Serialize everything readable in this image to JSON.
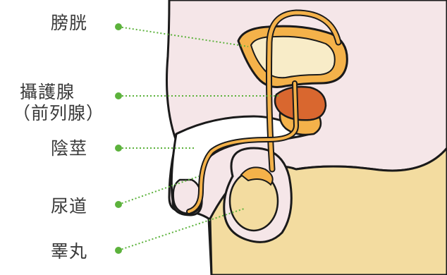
{
  "colors": {
    "skin": "#f5e6e8",
    "tissue": "#f3dca0",
    "organ_fill": "#f4b24a",
    "bladder_inner": "#f8ecc8",
    "prostate": "#d9672f",
    "outline": "#1a1a1a",
    "leader": "#5cb23c"
  },
  "labels": {
    "bladder": "膀胱",
    "prostate": "攝護腺",
    "prostate_alt": "（前列腺）",
    "penis": "陰莖",
    "urethra": "尿道",
    "testis": "睪丸"
  }
}
